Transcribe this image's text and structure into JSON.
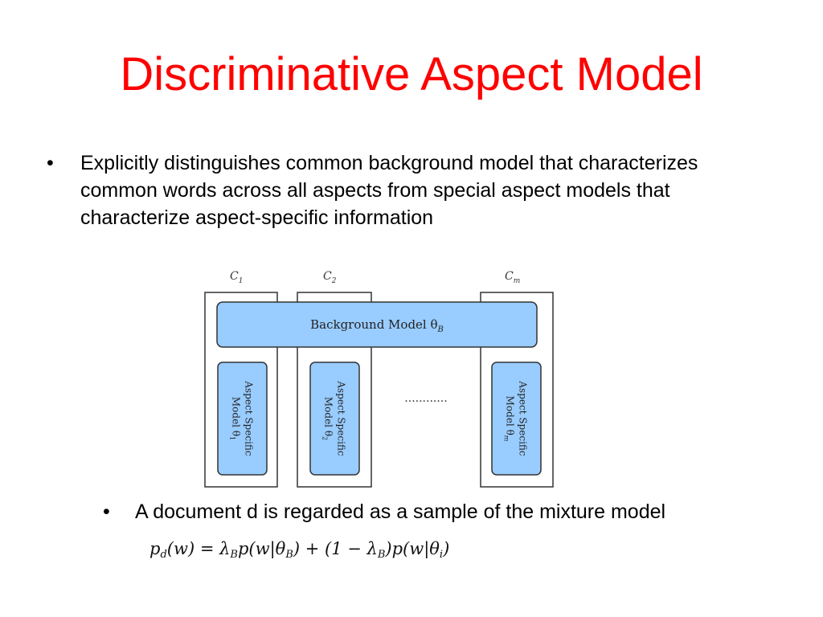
{
  "slide": {
    "title": "Discriminative Aspect Model",
    "title_color": "#ff0000",
    "bullets": [
      "Explicitly distinguishes common background model that characterizes common words across all aspects from special aspect models that characterize aspect-specific information",
      "A document d is regarded as a sample of the mixture model"
    ],
    "bullet_symbol": "•"
  },
  "diagram": {
    "columns": [
      "C",
      "C",
      "C"
    ],
    "column_subscripts": [
      "1",
      "2",
      "m"
    ],
    "background_label": "Background Model θ",
    "background_subscript": "B",
    "aspect_label_line1": "Aspect Specific",
    "aspect_label_line2": "Model θ",
    "aspect_subscripts": [
      "1",
      "2",
      "m"
    ],
    "ellipsis": "............",
    "box_fill": "#99ccff",
    "box_stroke": "#333333"
  },
  "formula": {
    "lhs": "p",
    "lhs_sub": "d",
    "arg": "(w) = λ",
    "lambda_sub": "B",
    "part1": "p(w|θ",
    "theta_sub1": "B",
    "part2": ") + (1 − λ",
    "lambda_sub2": "B",
    "part3": ")p(w|θ",
    "theta_sub2": "i",
    "part4": ")"
  }
}
